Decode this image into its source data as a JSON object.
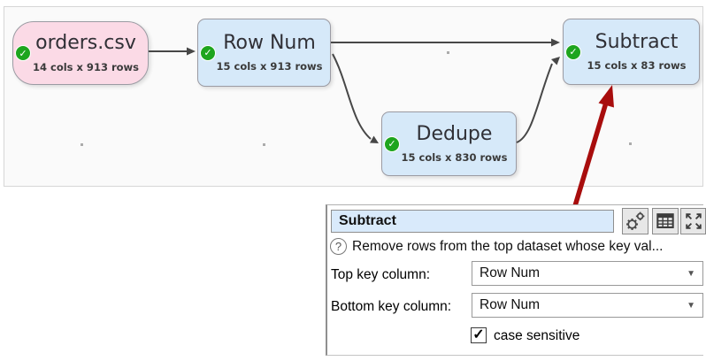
{
  "canvas": {
    "nodes": [
      {
        "title": "orders.csv",
        "subtitle": "14 cols x 913 rows",
        "status": "ok",
        "kind": "input-file"
      },
      {
        "title": "Row Num",
        "subtitle": "15 cols x 913 rows",
        "status": "ok",
        "kind": "transform"
      },
      {
        "title": "Dedupe",
        "subtitle": "15 cols x 830 rows",
        "status": "ok",
        "kind": "transform"
      },
      {
        "title": "Subtract",
        "subtitle": "15 cols x 83 rows",
        "status": "ok",
        "kind": "transform"
      }
    ],
    "connections": [
      "orders.csv -> Row Num",
      "Row Num -> Subtract",
      "Row Num -> Dedupe",
      "Dedupe -> Subtract"
    ]
  },
  "panel": {
    "title_input": {
      "value": "Subtract"
    },
    "help_text": "Remove rows from the top dataset whose key val...",
    "fields": [
      {
        "label": "Top key column:",
        "value": "Row Num"
      },
      {
        "label": "Bottom key column:",
        "value": "Row Num"
      }
    ],
    "checkbox": {
      "label": "case sensitive",
      "checked": true
    },
    "toolbar_icons": [
      "gear-icon",
      "table-icon",
      "expand-icon"
    ]
  },
  "glyphs": {
    "check": "✓",
    "checkbox_check": "✓",
    "question": "?",
    "dropdown_arrow": "▼"
  },
  "colors": {
    "node_blue": "#d6e9f9",
    "node_pink": "#fbdae6",
    "status_green": "#1ea51e",
    "edge_grey": "#474747",
    "annotation_red": "#a80d0d",
    "title_input_bg": "#d9eafb",
    "canvas_bg": "#fafafa"
  }
}
